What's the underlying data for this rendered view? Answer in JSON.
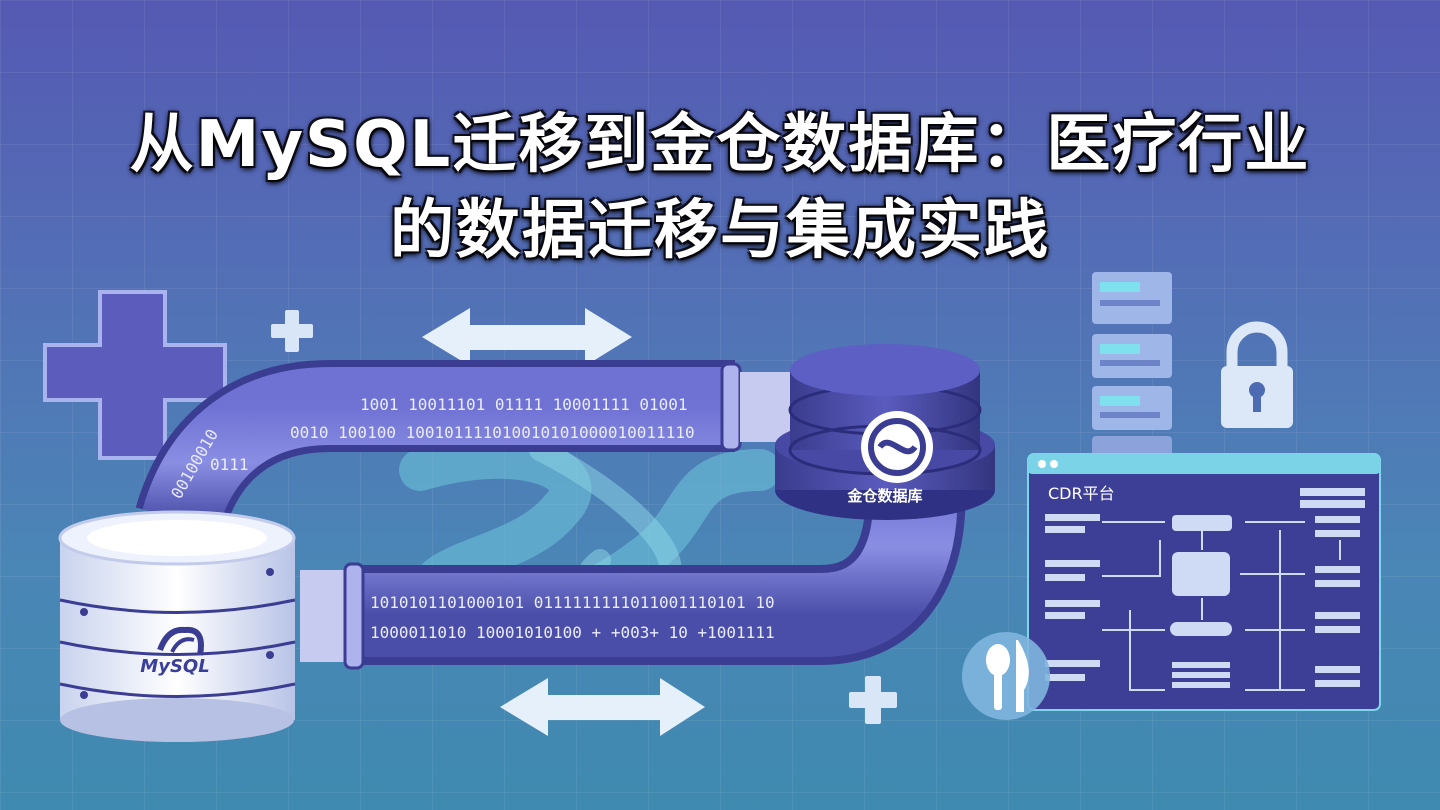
{
  "title": {
    "line1": "从MySQL迁移到金仓数据库：医疗行业",
    "line2": "的数据迁移与集成实践"
  },
  "pipe": {
    "upper_line1": "1001 10011101 01111 10001111 01001",
    "upper_line2": "0010 100100  100101111010010101000010011110",
    "upper_line3": "0111",
    "lower_line1": "1010101101000101  0111111111011001110101 10",
    "lower_line2": "1000011010 10001010100  + +003+ 10  +1001111",
    "bend_text": "00100010"
  },
  "target_db": {
    "label": "金仓数据库",
    "logo_icon": "kingbase-logo-icon"
  },
  "source_db": {
    "label": "MySQL",
    "logo_icon": "mysql-dolphin-icon"
  },
  "cdr_window": {
    "title": "CDR平台"
  },
  "icons": {
    "medical_cross": "medical-cross-icon",
    "lock": "lock-icon",
    "server_rack": "server-rack-icon",
    "spoon_knife": "spoon-knife-icon",
    "arrows": "double-arrow-icon",
    "plus": "plus-icon"
  },
  "colors": {
    "pipe": "#5c5fc2",
    "pipe_dark": "#3b3d93",
    "db_top": "#4f4fb0",
    "accent_cyan": "#7fe0ee",
    "white": "#ffffff"
  }
}
